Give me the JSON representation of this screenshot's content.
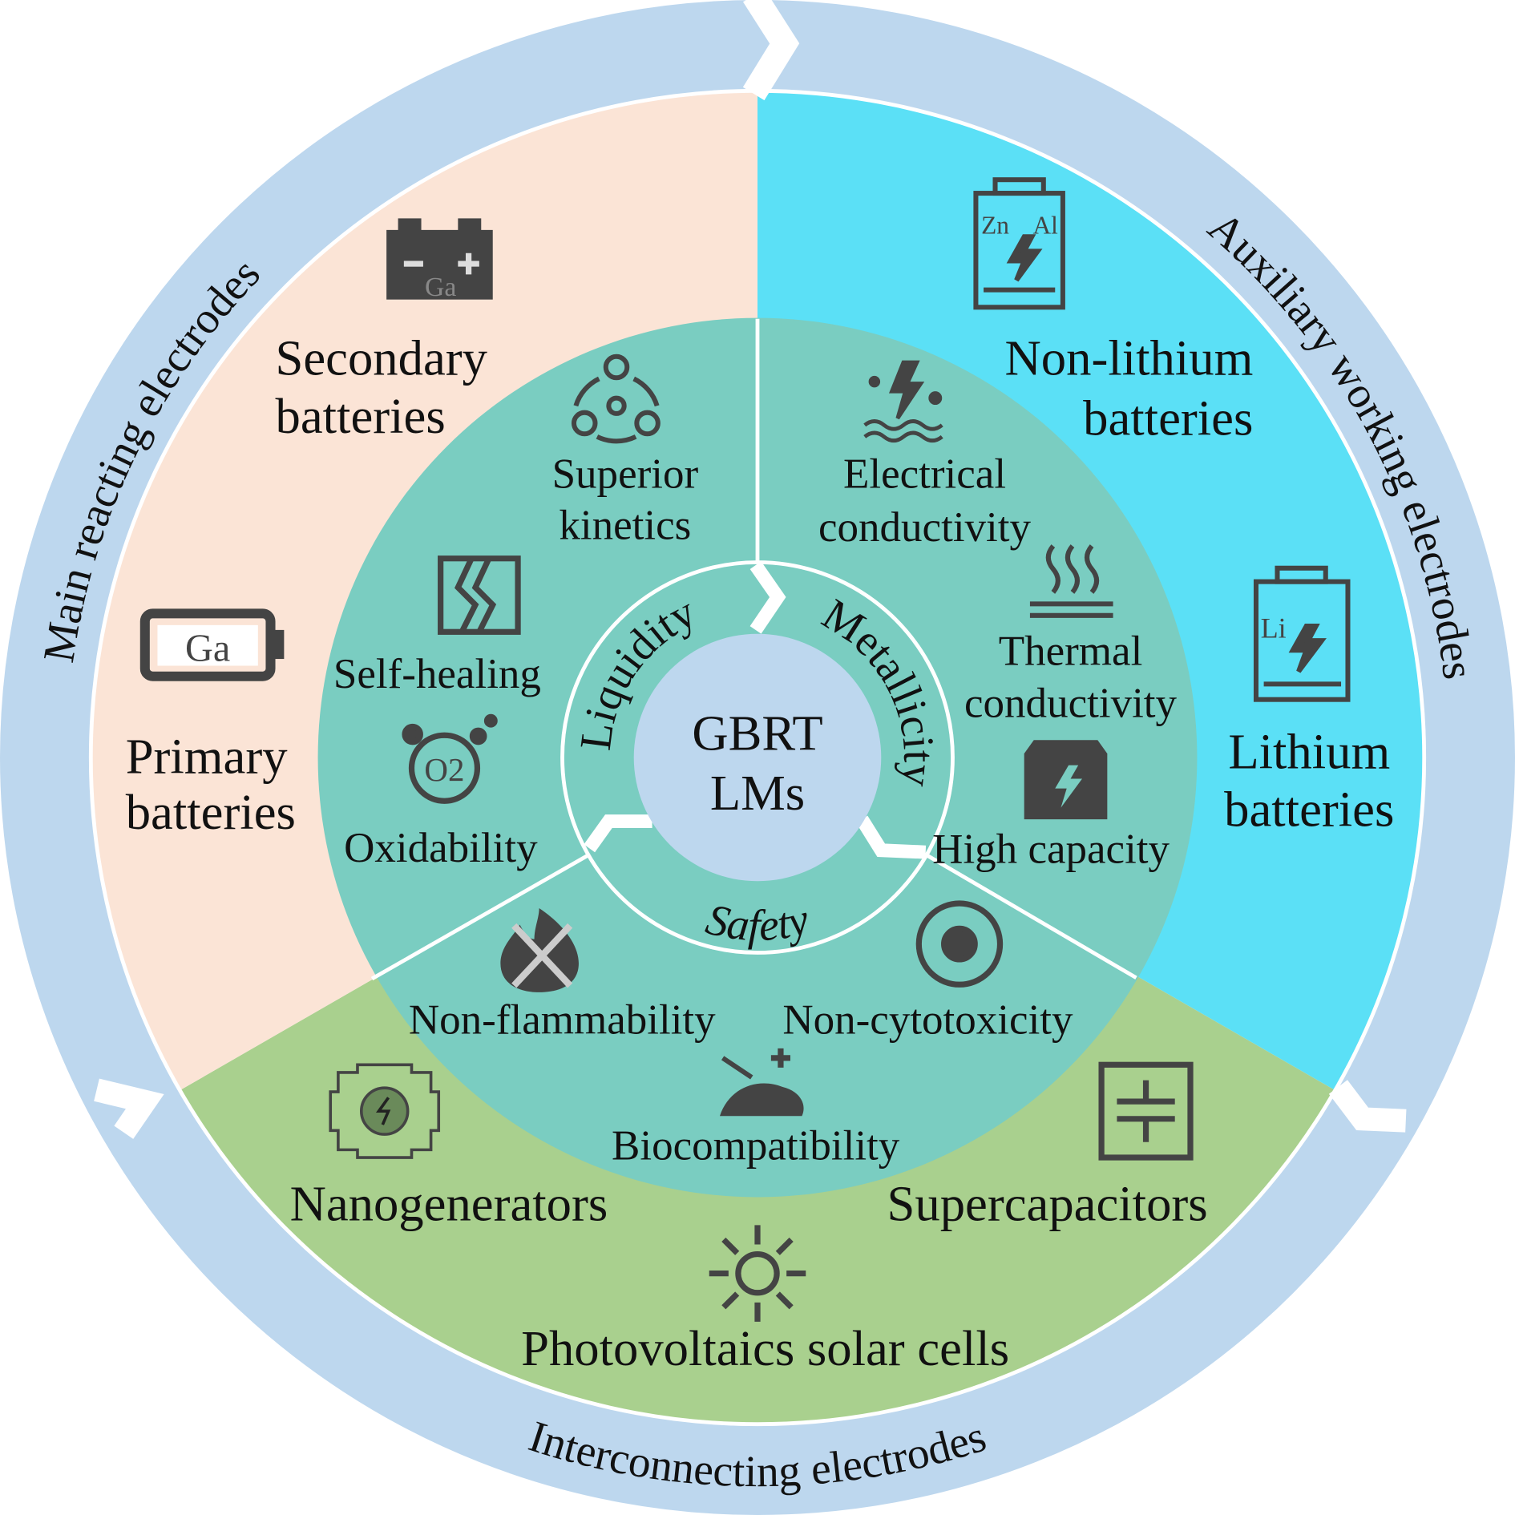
{
  "center": {
    "line1": "GBRT",
    "line2": "LMs"
  },
  "inner_ring": {
    "liquidity": "Liquidity",
    "metallicity": "Metallicity",
    "safety": "Safety"
  },
  "outer_ring": {
    "main": "Main reacting electrodes",
    "auxiliary": "Auxiliary working electrodes",
    "interconnecting": "Interconnecting electrodes"
  },
  "properties": {
    "superior_kinetics": [
      "Superior",
      "kinetics"
    ],
    "self_healing": "Self-healing",
    "oxidability": "Oxidability",
    "electrical_conductivity": [
      "Electrical",
      "conductivity"
    ],
    "thermal_conductivity": [
      "Thermal",
      "conductivity"
    ],
    "high_capacity": "High capacity",
    "non_flammability": "Non-flammability",
    "non_cytotoxicity": "Non-cytotoxicity",
    "biocompatibility": "Biocompatibility"
  },
  "applications": {
    "secondary": [
      "Secondary",
      "batteries"
    ],
    "primary": [
      "Primary",
      "batteries"
    ],
    "non_lithium": [
      "Non-lithium",
      "batteries"
    ],
    "lithium": [
      "Lithium",
      "batteries"
    ],
    "nanogenerators": "Nanogenerators",
    "supercapacitors": "Supercapacitors",
    "photovoltaics": "Photovoltaics solar cells"
  },
  "icon_labels": {
    "ga_battery": "Ga",
    "ga_secondary": "Ga",
    "zn": "Zn",
    "al": "Al",
    "li": "Li",
    "o2": "O2"
  },
  "colors": {
    "ring": "#bdd7ee",
    "pink": "#fbe4d6",
    "cyan": "#5be0f6",
    "green": "#a9d08e",
    "teal": "#7acdc1",
    "center": "#bdd7ee",
    "icon": "#444444"
  }
}
